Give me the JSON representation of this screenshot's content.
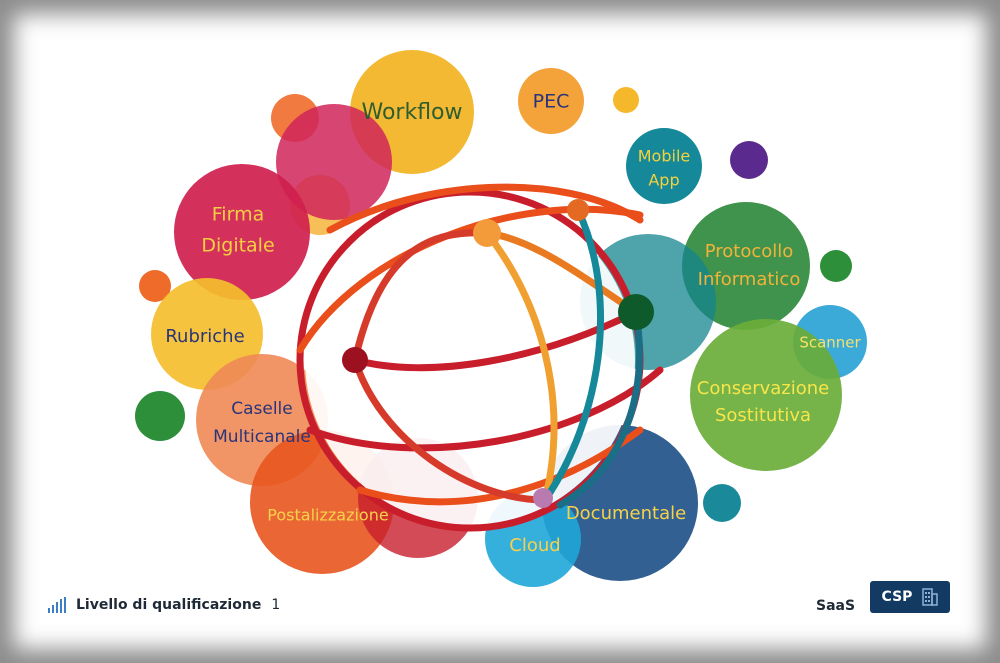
{
  "graphic": {
    "bubbles": [
      {
        "key": "workflow",
        "label": "Workflow",
        "color": "#f2b322",
        "text_color": "#2f5d2e"
      },
      {
        "key": "pec",
        "label": "PEC",
        "color": "#f4a23a",
        "text_color": "#28347a"
      },
      {
        "key": "mobile",
        "label_lines": [
          "Mobile",
          "App"
        ],
        "color": "#15889a",
        "text_color": "#f4d23b"
      },
      {
        "key": "firma",
        "label_lines": [
          "Firma",
          "Digitale"
        ],
        "color": "#cf1f4e",
        "text_color": "#f6d040"
      },
      {
        "key": "protocollo",
        "label_lines": [
          "Protocollo",
          "Informatico"
        ],
        "color": "#2f8a3d",
        "text_color": "#f2b33a"
      },
      {
        "key": "rubriche",
        "label": "Rubriche",
        "color": "#f4be2c",
        "text_color": "#2a347a"
      },
      {
        "key": "scanner",
        "label": "Scanner",
        "color": "#2aa3d6",
        "text_color": "#f7e26a"
      },
      {
        "key": "conservazione",
        "label_lines": [
          "Conservazione",
          "Sostitutiva"
        ],
        "color": "#6aad3a",
        "text_color": "#f7e64a"
      },
      {
        "key": "caselle",
        "label_lines": [
          "Caselle",
          "Multicanale"
        ],
        "color": "#f08a55",
        "text_color": "#2a347a"
      },
      {
        "key": "postalizzazione",
        "label": "Postalizzazione",
        "color": "#e8551f",
        "text_color": "#f6d24a"
      },
      {
        "key": "documentale",
        "label": "Documentale",
        "color": "#1c4f86",
        "text_color": "#f6d24a"
      },
      {
        "key": "cloud",
        "label": "Cloud",
        "color": "#1fa6d8",
        "text_color": "#f6d24a"
      }
    ]
  },
  "footer": {
    "level_label": "Livello di qualificazione",
    "level_value": "1",
    "service_model": "SaaS",
    "badge_label": "CSP"
  },
  "icons": {
    "signal": "signal-bars-icon",
    "building": "building-icon"
  }
}
